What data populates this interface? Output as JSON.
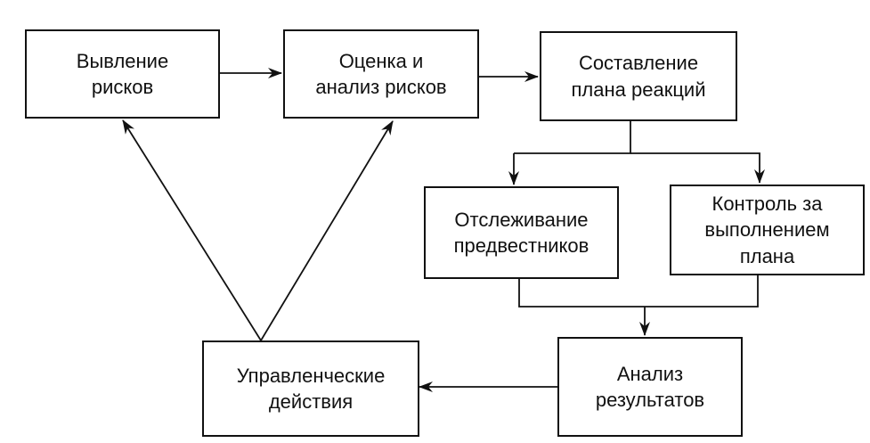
{
  "nodes": {
    "identification": "Вывление\nрисков",
    "assessment": "Оценка и\nанализ рисков",
    "planning": "Составление\nплана реакций",
    "monitoring": "Отслеживание\nпредвестников",
    "control": "Контроль за\nвыполнением\nплана",
    "analysis": "Анализ\nрезультатов",
    "actions": "Управленческие\nдействия"
  }
}
